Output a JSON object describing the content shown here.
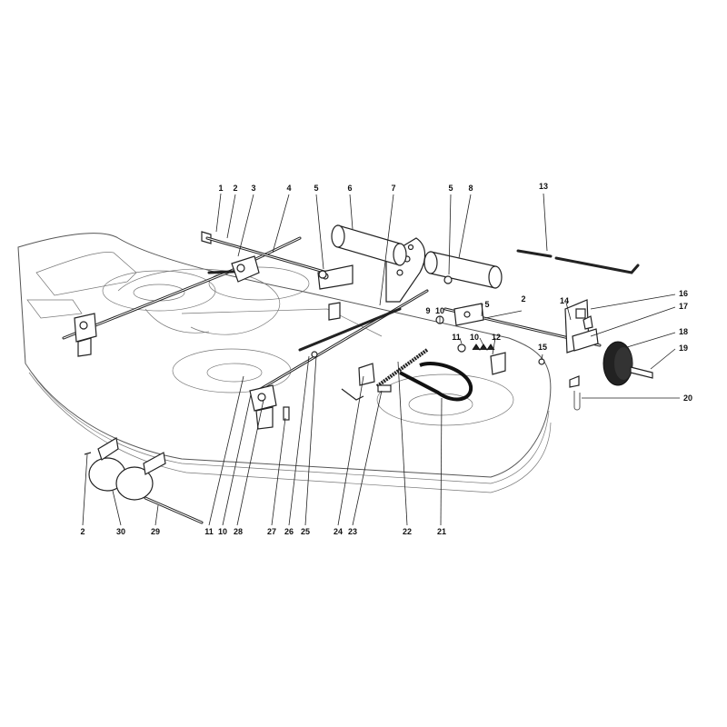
{
  "callouts": [
    {
      "id": "c-1-top",
      "label": "1"
    },
    {
      "id": "c-2-top",
      "label": "2"
    },
    {
      "id": "c-3",
      "label": "3"
    },
    {
      "id": "c-4",
      "label": "4"
    },
    {
      "id": "c-5-a",
      "label": "5"
    },
    {
      "id": "c-6",
      "label": "6"
    },
    {
      "id": "c-7",
      "label": "7"
    },
    {
      "id": "c-5-b",
      "label": "5"
    },
    {
      "id": "c-8",
      "label": "8"
    },
    {
      "id": "c-13",
      "label": "13"
    },
    {
      "id": "c-16",
      "label": "16"
    },
    {
      "id": "c-14",
      "label": "14"
    },
    {
      "id": "c-17",
      "label": "17"
    },
    {
      "id": "c-18",
      "label": "18"
    },
    {
      "id": "c-19",
      "label": "19"
    },
    {
      "id": "c-20",
      "label": "20"
    },
    {
      "id": "c-5-c",
      "label": "5"
    },
    {
      "id": "c-2-mid",
      "label": "2"
    },
    {
      "id": "c-9",
      "label": "9"
    },
    {
      "id": "c-10-a",
      "label": "10"
    },
    {
      "id": "c-11-a",
      "label": "11"
    },
    {
      "id": "c-10-b",
      "label": "10"
    },
    {
      "id": "c-12",
      "label": "12"
    },
    {
      "id": "c-15",
      "label": "15"
    },
    {
      "id": "c-2-bot",
      "label": "2"
    },
    {
      "id": "c-30",
      "label": "30"
    },
    {
      "id": "c-29",
      "label": "29"
    },
    {
      "id": "c-11-b",
      "label": "11"
    },
    {
      "id": "c-10-c",
      "label": "10"
    },
    {
      "id": "c-28",
      "label": "28"
    },
    {
      "id": "c-27",
      "label": "27"
    },
    {
      "id": "c-26",
      "label": "26"
    },
    {
      "id": "c-25",
      "label": "25"
    },
    {
      "id": "c-24",
      "label": "24"
    },
    {
      "id": "c-23",
      "label": "23"
    },
    {
      "id": "c-22",
      "label": "22"
    },
    {
      "id": "c-21",
      "label": "21"
    }
  ]
}
